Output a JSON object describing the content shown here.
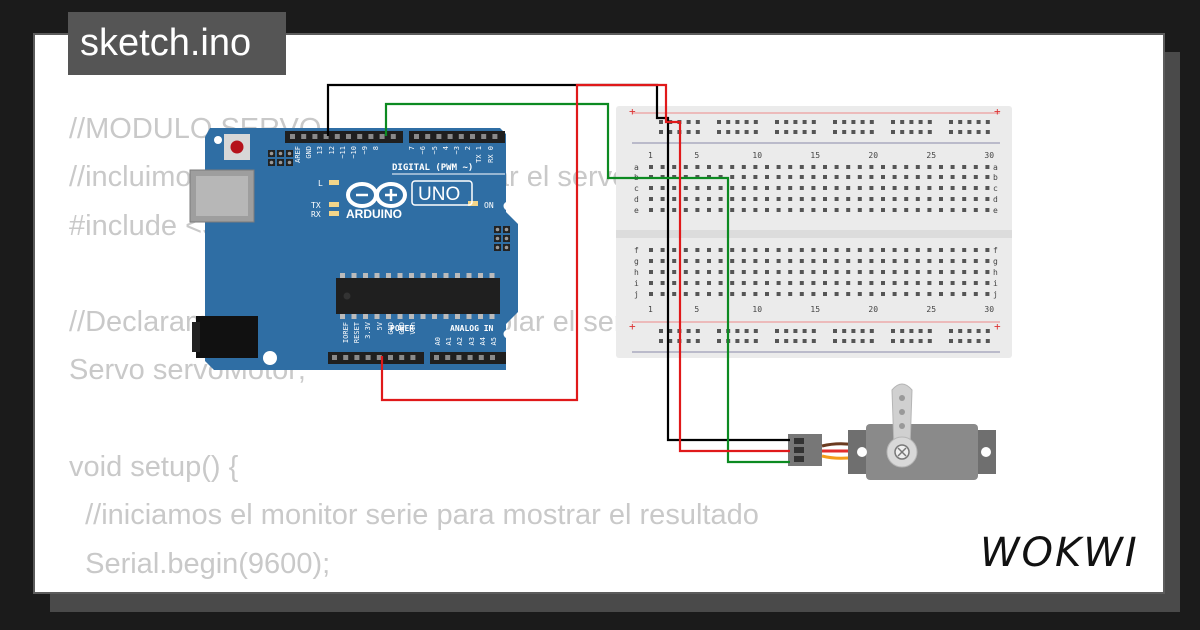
{
  "title": "sketch.ino",
  "logo": "WOKWI",
  "code_lines": [
    "//MODULO SERVO",
    "//incluimos la libreria para controlar el servo",
    "#include <Servo.h>",
    "",
    "//Declaramos el objeto para controlar el servo",
    "Servo servoMotor;",
    "",
    "void setup() {",
    "  //iniciamos el monitor serie para mostrar el resultado",
    "  Serial.begin(9600);"
  ],
  "arduino": {
    "brand": "ARDUINO",
    "model": "UNO",
    "digital_header": "DIGITAL (PWM ~)",
    "power_header": "POWER",
    "analog_header": "ANALOG IN",
    "led_l": "L",
    "led_tx": "TX",
    "led_rx": "RX",
    "led_on": "ON",
    "top_pins": [
      "AREF",
      "GND",
      "13",
      "12",
      "~11",
      "~10",
      "~9",
      "8",
      "7",
      "~6",
      "~5",
      "4",
      "~3",
      "2",
      "TX 1",
      "RX 0"
    ],
    "power_pins": [
      "IOREF",
      "RESET",
      "3.3V",
      "5V",
      "GND",
      "GND",
      "Vin"
    ],
    "analog_pins": [
      "A0",
      "A1",
      "A2",
      "A3",
      "A4",
      "A5"
    ]
  },
  "breadboard": {
    "col_numbers": [
      "1",
      "5",
      "10",
      "15",
      "20",
      "25",
      "30"
    ],
    "rows_top": [
      "a",
      "b",
      "c",
      "d",
      "e"
    ],
    "rows_bottom": [
      "f",
      "g",
      "h",
      "i",
      "j"
    ],
    "plus": "+",
    "minus": "-"
  },
  "colors": {
    "background": "#1b1b1b",
    "card": "#ffffff",
    "code_text": "#c9c9c9",
    "title_bg": "#555555",
    "arduino_board": "#2f6ea4",
    "breadboard": "#ebebeb",
    "wire_black": "#000000",
    "wire_red": "#e0191a",
    "wire_green": "#0c8a21",
    "servo_body": "#7a7a7a"
  }
}
